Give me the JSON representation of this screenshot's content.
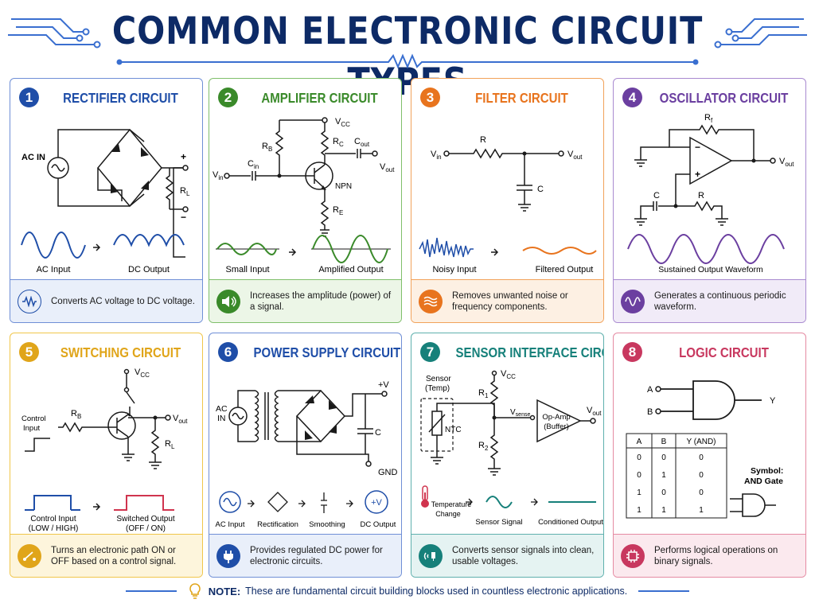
{
  "title": "COMMON ELECTRONIC CIRCUIT TYPES",
  "colors": {
    "title": "#0d2a66",
    "rectifier": "#1f4ea8",
    "amplifier": "#3a8a2a",
    "filter": "#e8741e",
    "oscillator": "#6b3fa0",
    "switching": "#e0a51a",
    "power_supply": "#1f4ea8",
    "sensor": "#16807a",
    "logic": "#c8385f"
  },
  "cards": [
    {
      "number": "1",
      "title": "RECTIFIER CIRCUIT",
      "labels": {
        "ac_in": "AC IN",
        "plus": "+",
        "minus": "−",
        "rl": "R",
        "rl_sub": "L",
        "left_wave": "AC Input",
        "right_wave": "DC Output"
      },
      "description": "Converts AC voltage to DC voltage.",
      "icon": "waveform-icon"
    },
    {
      "number": "2",
      "title": "AMPLIFIER CIRCUIT",
      "labels": {
        "vcc": "V",
        "vcc_sub": "CC",
        "rb": "R",
        "rb_sub": "B",
        "rc": "R",
        "rc_sub": "C",
        "cin": "C",
        "cin_sub": "in",
        "cout": "C",
        "cout_sub": "out",
        "vin": "V",
        "vin_sub": "in",
        "vout": "V",
        "vout_sub": "out",
        "npn": "NPN",
        "re": "R",
        "re_sub": "E",
        "left_wave": "Small Input",
        "right_wave": "Amplified Output"
      },
      "description": "Increases the amplitude (power) of a signal.",
      "icon": "speaker-icon"
    },
    {
      "number": "3",
      "title": "FILTER CIRCUIT",
      "labels": {
        "vin": "V",
        "vin_sub": "in",
        "r": "R",
        "vout": "V",
        "vout_sub": "out",
        "c": "C",
        "left_wave": "Noisy Input",
        "right_wave": "Filtered Output"
      },
      "description": "Removes unwanted noise or frequency components.",
      "icon": "waves-icon"
    },
    {
      "number": "4",
      "title": "OSCILLATOR CIRCUIT",
      "labels": {
        "rf": "R",
        "rf_sub": "f",
        "vout": "V",
        "vout_sub": "out",
        "c": "C",
        "r": "R",
        "minus": "−",
        "plus": "+",
        "wave": "Sustained Output Waveform"
      },
      "description": "Generates a continuous periodic waveform.",
      "icon": "sine-icon"
    },
    {
      "number": "5",
      "title": "SWITCHING CIRCUIT",
      "labels": {
        "vcc": "V",
        "vcc_sub": "CC",
        "rb": "R",
        "rb_sub": "B",
        "vout": "V",
        "vout_sub": "out",
        "rl": "R",
        "rl_sub": "L",
        "control": "Control",
        "control2": "Input",
        "left_wave": "Control Input",
        "left_wave2": "(LOW / HIGH)",
        "right_wave": "Switched Output",
        "right_wave2": "(OFF / ON)"
      },
      "description": "Turns an electronic path ON or OFF based on a control signal.",
      "icon": "switch-icon"
    },
    {
      "number": "6",
      "title": "POWER SUPPLY CIRCUIT",
      "labels": {
        "ac": "AC",
        "in": "IN",
        "plus_v": "+V",
        "c": "C",
        "gnd": "GND",
        "step1": "AC Input",
        "step2": "Rectification",
        "step3": "Smoothing",
        "step4": "DC Output",
        "step4_icon": "+V"
      },
      "description": "Provides regulated DC power for electronic circuits.",
      "icon": "plug-icon"
    },
    {
      "number": "7",
      "title": "SENSOR INTERFACE CIRCUIT",
      "labels": {
        "sensor": "Sensor",
        "temp": "(Temp)",
        "ntc": "NTC",
        "vcc": "V",
        "vcc_sub": "CC",
        "r1": "R",
        "r1_sub": "1",
        "r2": "R",
        "r2_sub": "2",
        "vsense": "V",
        "vsense_sub": "sense",
        "opamp": "Op-Amp",
        "buffer": "(Buffer)",
        "vout": "V",
        "vout_sub": "out",
        "step1": "Temperature",
        "step1b": "Change",
        "step2": "Sensor Signal",
        "step3": "Conditioned Output"
      },
      "description": "Converts sensor signals into clean, usable voltages.",
      "icon": "sensor-icon"
    },
    {
      "number": "8",
      "title": "LOGIC CIRCUIT",
      "labels": {
        "a": "A",
        "b": "B",
        "y": "Y",
        "symbol": "Symbol:",
        "symbol2": "AND Gate"
      },
      "table": {
        "headers": [
          "A",
          "B",
          "Y (AND)"
        ],
        "rows": [
          [
            "0",
            "0",
            "0"
          ],
          [
            "0",
            "1",
            "0"
          ],
          [
            "1",
            "0",
            "0"
          ],
          [
            "1",
            "1",
            "1"
          ]
        ]
      },
      "description": "Performs logical operations on binary signals.",
      "icon": "chip-icon"
    }
  ],
  "note": {
    "label": "NOTE:",
    "text": "These are fundamental circuit building blocks used in countless electronic applications."
  }
}
